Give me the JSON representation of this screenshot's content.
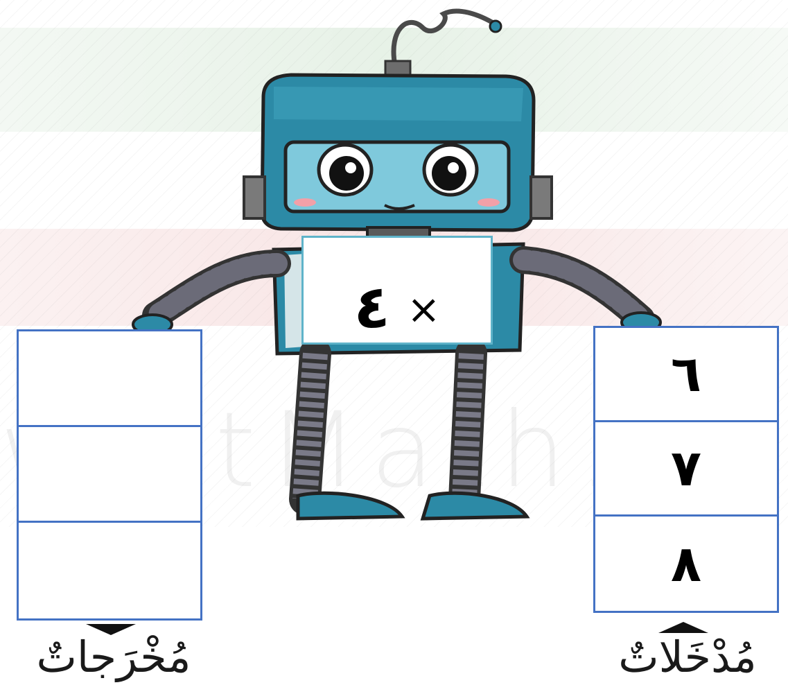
{
  "rule": {
    "sign": "×",
    "number": "٤"
  },
  "outputs": {
    "label": "مُخْرَجاتٌ",
    "cells": [
      "",
      "",
      ""
    ]
  },
  "inputs": {
    "label": "مُدْخَلاتٌ",
    "cells": [
      "٦",
      "٧",
      "٨"
    ]
  },
  "watermark": "waitMath.Com",
  "colors": {
    "box_border": "#4472c4",
    "robot_body": "#2c8aa6",
    "rule_border": "#5fb3c9"
  }
}
